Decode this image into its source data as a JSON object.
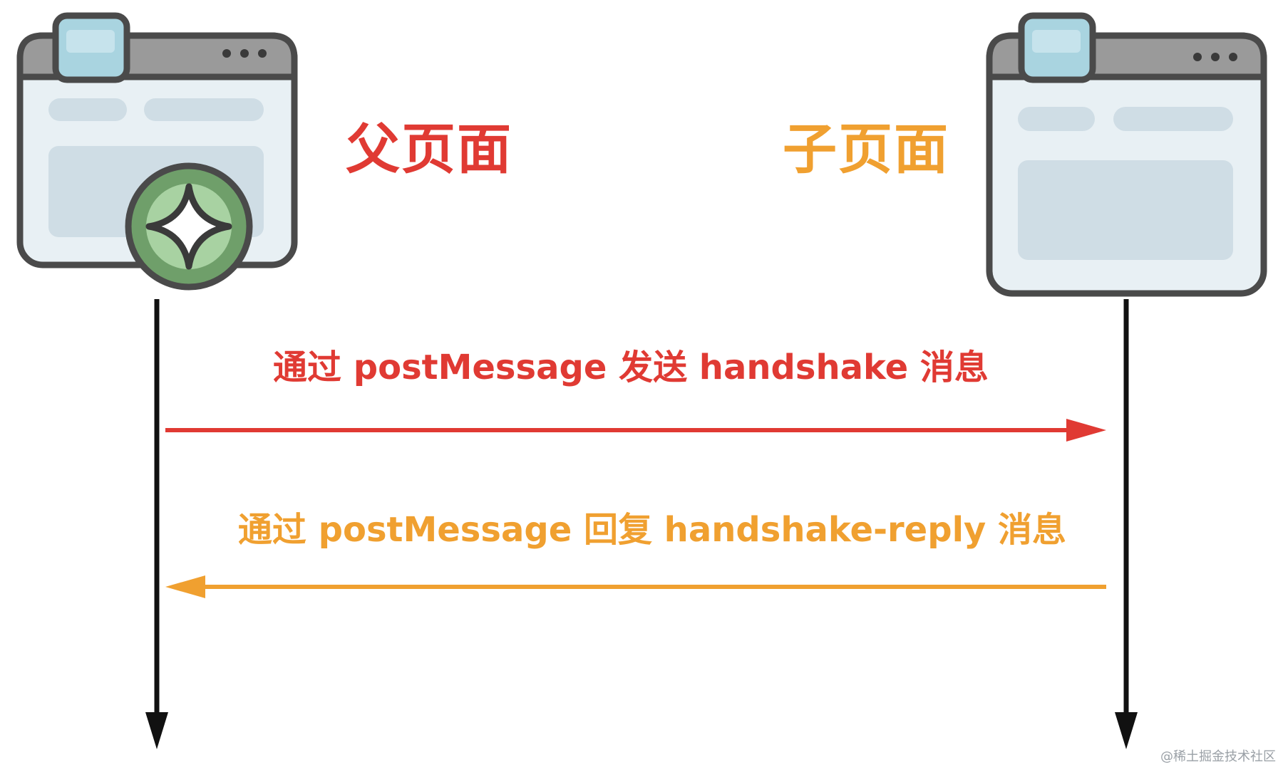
{
  "colors": {
    "parent": "#e03a33",
    "child": "#f0a030",
    "lifeline": "#111111",
    "window_frame": "#4a4a4a",
    "window_titlebar": "#9a9a9a",
    "window_body": "#e8f0f4",
    "window_block": "#cfdde5",
    "window_tab": "#a9d4e0",
    "badge_outer": "#6f9f6a",
    "badge_inner": "#a8d2a2"
  },
  "icons": {
    "parent_window": "browser-window-icon",
    "child_window": "browser-window-icon",
    "parent_badge": "sparkle-badge-icon"
  },
  "diagram": {
    "parent_label": "父页面",
    "child_label": "子页面",
    "messages": {
      "send_label": "通过 postMessage 发送 handshake 消息",
      "reply_label": "通过 postMessage 回复 handshake-reply 消息"
    }
  },
  "watermark": "@稀土掘金技术社区"
}
